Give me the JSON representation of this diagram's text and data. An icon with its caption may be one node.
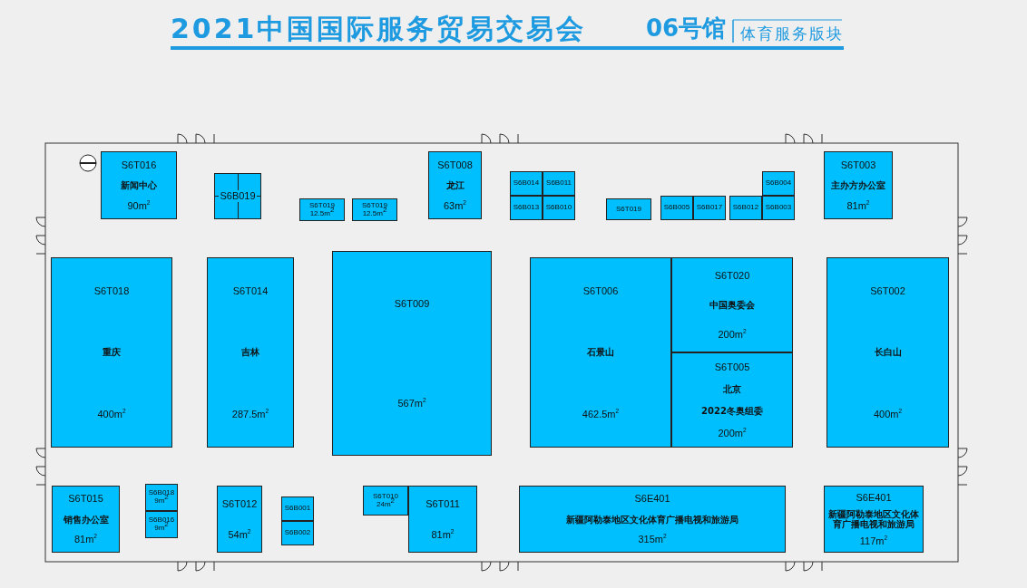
{
  "diagram": {
    "title": "2021中国国际服务贸易交易会",
    "nodes": [
      {
        "text": [
          "S6T016",
          "新闻中心",
          "90m$^{2}$"
        ]
      },
      {
        "text": [
          "S6B019"
        ]
      },
      {
        "text": [
          "S6T019",
          "12.5m$^{2}$"
        ]
      },
      {
        "text": [
          "S6T019",
          "12.5m$^{2}$"
        ]
      },
      {
        "text": [
          "S6T008",
          "龙江",
          "63m$^{2}$"
        ]
      },
      {
        "text": [
          "S6B014"
        ]
      },
      {
        "text": [
          "S6B011"
        ]
      },
      {
        "text": [
          "S6B013"
        ]
      },
      {
        "text": [
          "S6B010"
        ]
      },
      {
        "text": [
          "S6T019"
        ]
      },
      {
        "text": [
          "S6B005"
        ]
      },
      {
        "text": [
          "S6B017"
        ]
      },
      {
        "text": [
          "S6B012"
        ]
      },
      {
        "text": [
          "S6B004"
        ]
      },
      {
        "text": [
          "S6B003"
        ]
      },
      {
        "text": [
          "S6T003",
          "主办方办公室",
          "81m$^{2}$"
        ]
      },
      {
        "text": [
          "S6T018",
          "重庆",
          "400m$^{2}$"
        ]
      },
      {
        "text": [
          "S6T014",
          "吉林",
          "287.5m$^{2}$"
        ]
      },
      {
        "text": [
          "S6T009",
          "567m$^{2}$"
        ]
      },
      {
        "text": [
          "S6T006",
          "石景山",
          "462.5m$^{2}$"
        ]
      },
      {
        "text": [
          "S6T020",
          "中国奥委会",
          "200m$^{2}$"
        ]
      },
      {
        "text": [
          "S6T005",
          "北京",
          "2022冬奥组委",
          "200m$^{2}$"
        ]
      },
      {
        "text": [
          "S6T002",
          "长白山",
          "400m$^{2}$"
        ]
      },
      {
        "text": [
          "S6T015",
          "销售办公室",
          "81m$^{2}$"
        ]
      },
      {
        "text": [
          "S6B018",
          "9m$^{2}$"
        ]
      },
      {
        "text": [
          "S6B016",
          "9m$^{2}$"
        ]
      },
      {
        "text": [
          "S6T012",
          "54m$^{2}$"
        ]
      },
      {
        "text": [
          "S6B001"
        ]
      },
      {
        "text": [
          "S6B002"
        ]
      },
      {
        "text": [
          "S6T010",
          "24m$^{2}$"
        ]
      },
      {
        "text": [
          "S6T011",
          "81m$^{2}$"
        ]
      },
      {
        "text": [
          "S6E401",
          "新疆阿勒泰地区文化体育广播电视和旅游局",
          "315m$^{2}$"
        ]
      },
      {
        "text": [
          "S6E401",
          "新疆阿勒泰地区文化体育广播电视和旅游局",
          "117m$^{2}$"
        ]
      }
    ],
    "labels": [
      "06号馆",
      "体育服务版块"
    ]
  }
}
